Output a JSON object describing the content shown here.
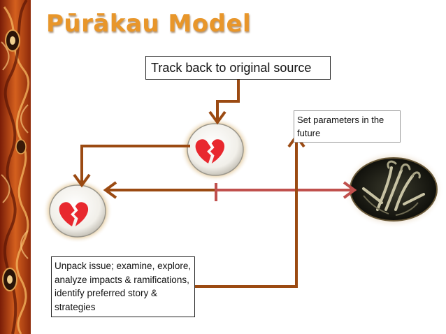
{
  "slide": {
    "title": "Pūrākau Model"
  },
  "boxes": {
    "track": "Track back to original source",
    "future": "Set parameters in the future",
    "unpack": "Unpack issue; examine, explore, analyze impacts & ramifications, identify preferred story & strategies"
  },
  "icons": {
    "heart_upper": "broken-heart-icon",
    "heart_left": "broken-heart-icon",
    "roots": "tree-roots-image"
  },
  "colors": {
    "arrow_brown": "#9b4a12",
    "arrow_red": "#c0504d",
    "title_orange": "#e8962a",
    "heart_red": "#e8282e",
    "panel_orange": "#c8501c"
  }
}
